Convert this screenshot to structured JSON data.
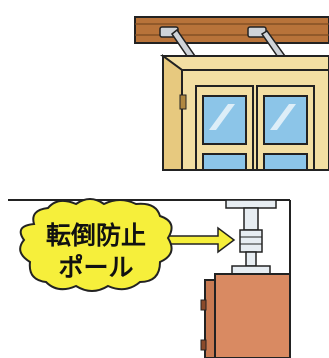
{
  "top_panel": {
    "description_icon": "cabinet-with-ceiling-straps"
  },
  "bottom_panel": {
    "callout": {
      "line1": "転倒防止",
      "line2": "ポール"
    }
  },
  "colors": {
    "beam": "#b8733a",
    "cabinet": "#f3dfa3",
    "glass": "#8cc5e8",
    "bubble": "#f6ef3b",
    "cabinet2": "#d98a62",
    "pole": "#e7edf2",
    "outline": "#222222"
  }
}
